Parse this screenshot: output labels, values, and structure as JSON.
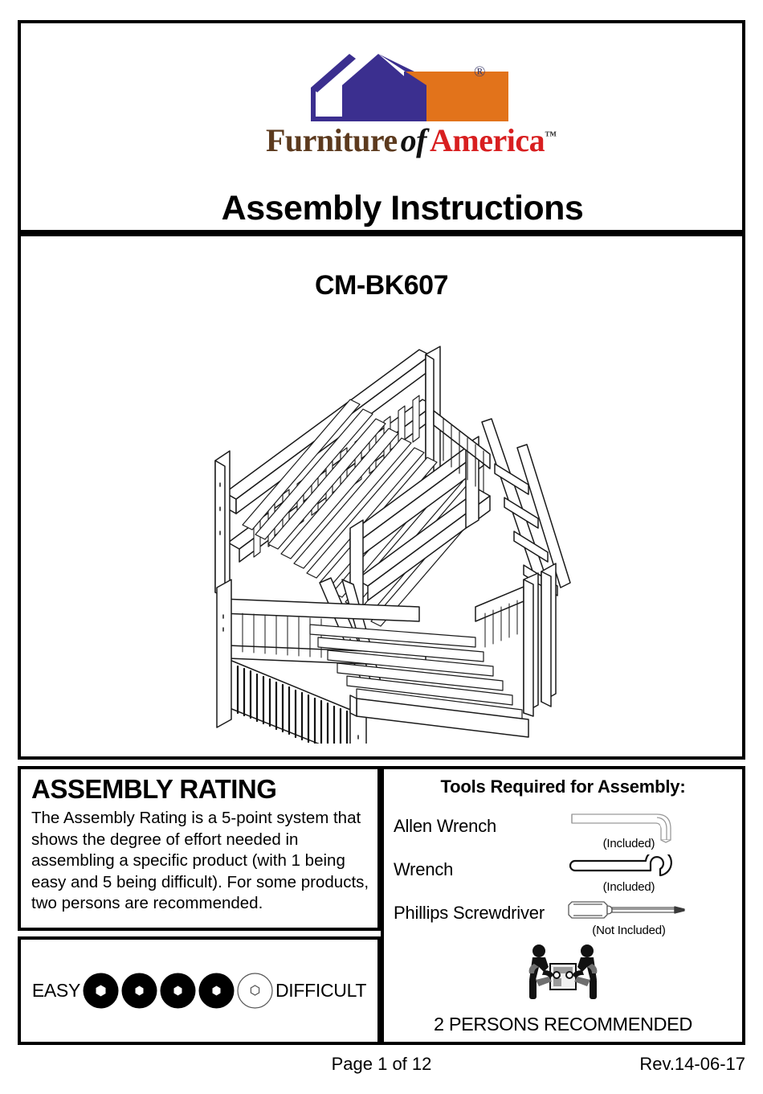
{
  "logo": {
    "word_1": "Furniture",
    "word_2": "of",
    "word_3": "America",
    "trademark": "™",
    "registered": "®",
    "house_color": "#3b2f8f",
    "block_color": "#e2731b",
    "furniture_color": "#5c3a1e",
    "america_color": "#d81f20"
  },
  "header": {
    "title": "Assembly Instructions"
  },
  "product": {
    "model": "CM-BK607",
    "illustration_name": "bunk-bed-line-drawing"
  },
  "rating": {
    "heading": "ASSEMBLY RATING",
    "description": "The Assembly Rating is a 5-point system that shows the degree of effort needed in assembling a specific product (with 1 being easy and 5 being difficult).  For some products, two persons are recommended.",
    "easy_label": "EASY",
    "difficult_label": "DIFFICULT",
    "total_points": 5,
    "filled_points": 4
  },
  "tools": {
    "heading": "Tools Required for Assembly:",
    "items": [
      {
        "name": "Allen Wrench",
        "note": "(Included)",
        "icon": "allen-wrench-icon"
      },
      {
        "name": "Wrench",
        "note": "(Included)",
        "icon": "wrench-icon"
      },
      {
        "name": "Phillips Screwdriver",
        "note": "(Not Included)",
        "icon": "phillips-screwdriver-icon"
      }
    ],
    "persons_label": "2 PERSONS RECOMMENDED",
    "persons_icon": "two-persons-lifting-icon"
  },
  "footer": {
    "page": "Page 1 of 12",
    "revision": "Rev.14-06-17"
  }
}
